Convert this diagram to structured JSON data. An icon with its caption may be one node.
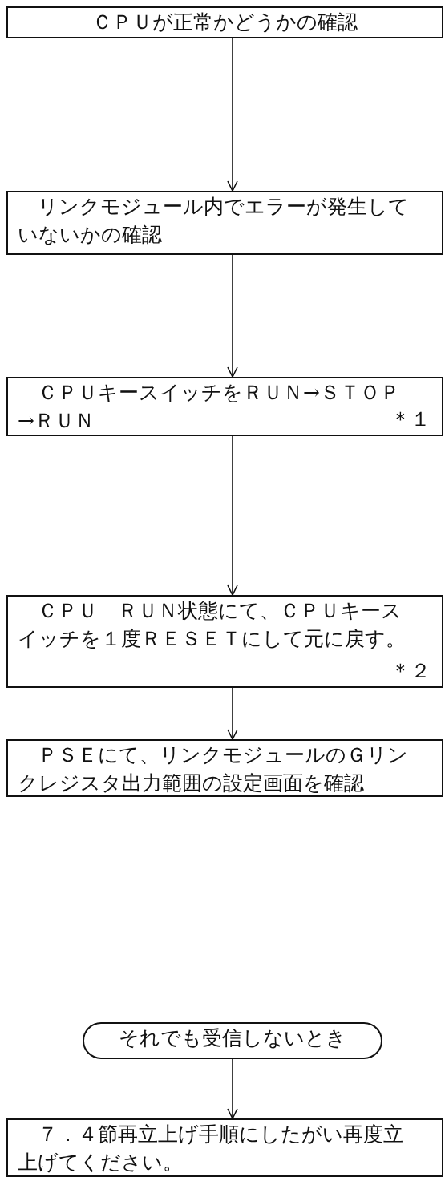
{
  "diagram": {
    "nodes": [
      {
        "text": [
          "ＣＰＵが正常かどうかの確認"
        ]
      },
      {
        "text": [
          "リンクモジュール内でエラーが発生していないかの確認"
        ]
      },
      {
        "text": [
          "ＣＰＵキースイッチをＲＵＮ→ＳＴＯＰ→ＲＵＮ",
          "＊１"
        ]
      },
      {
        "text": [
          "ＣＰＵ　ＲＵＮ状態にて、ＣＰＵキースイッチを１度ＲＥＳＥＴにして元に戻す。",
          "＊２"
        ]
      },
      {
        "text": [
          "ＰＳＥにて、リンクモジュールのＧリンクレジスタ出力範囲の設定画面を確認"
        ]
      },
      {
        "text": [
          "それでも受信しないとき"
        ]
      },
      {
        "text": [
          "７．４節再立上げ手順にしたがい再度立上げてください。"
        ]
      }
    ],
    "edges": [
      {
        "from": 0,
        "to": 1,
        "arrow": "to"
      },
      {
        "from": 1,
        "to": 2,
        "arrow": "to"
      },
      {
        "from": 2,
        "to": 3,
        "arrow": "to"
      },
      {
        "from": 3,
        "to": 4,
        "arrow": "to"
      },
      {
        "from": 5,
        "to": 6,
        "arrow": "to"
      }
    ]
  }
}
